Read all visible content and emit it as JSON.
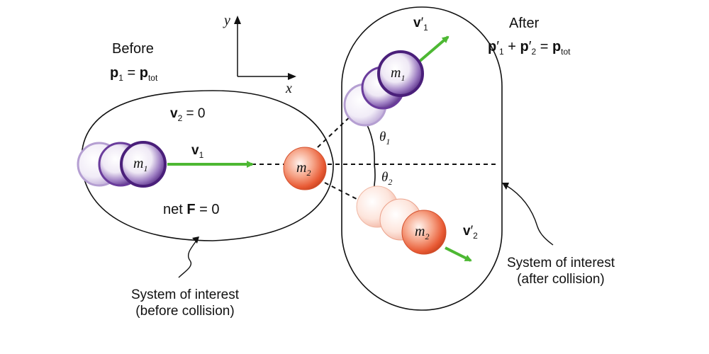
{
  "axes": {
    "y": "y",
    "x": "x"
  },
  "before": {
    "heading": "Before",
    "eq": {
      "p": "p",
      "sub1": "1",
      "eqsign": "=",
      "ptot": "p",
      "subtot": "tot"
    },
    "v2": {
      "v": "v",
      "sub": "2",
      "rest": "= 0"
    },
    "v1": {
      "v": "v",
      "sub": "1"
    },
    "netF": {
      "net": "net ",
      "F": "F",
      "rest": " = 0"
    },
    "caption_line1": "System of interest",
    "caption_line2": "(before collision)"
  },
  "after": {
    "heading": "After",
    "eq": {
      "p1": "p",
      "prime1": "′",
      "sub1": "1",
      "plus": "+",
      "p2": "p",
      "prime2": "′",
      "sub2": "2",
      "eqsign": "=",
      "ptot": "p",
      "subtot": "tot"
    },
    "v1p": {
      "v": "v",
      "prime": "′",
      "sub": "1"
    },
    "v2p": {
      "v": "v",
      "prime": "′",
      "sub": "2"
    },
    "caption_line1": "System of interest",
    "caption_line2": "(after collision)"
  },
  "angles": {
    "theta1": "θ",
    "theta1_sub": "1",
    "theta2": "θ",
    "theta2_sub": "2"
  },
  "masses": {
    "m": "m",
    "sub1": "1",
    "sub2": "2"
  },
  "colors": {
    "purple": "#5b2a8c",
    "orange": "#e05a38",
    "arrow": "#4db833"
  }
}
